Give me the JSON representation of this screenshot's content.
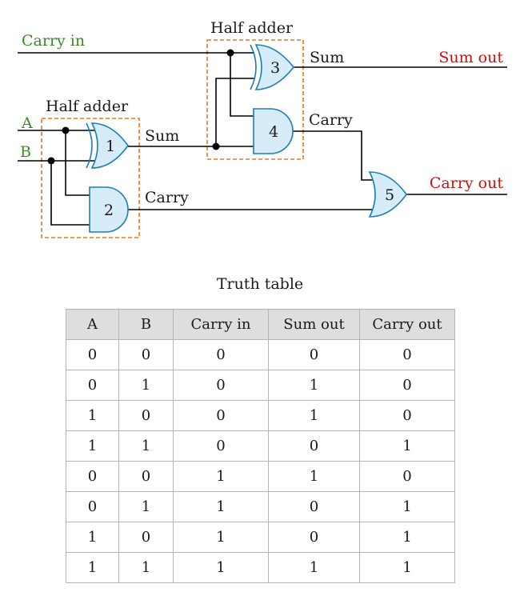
{
  "diagram": {
    "carry_in": "Carry in",
    "input_a": "A",
    "input_b": "B",
    "half_adder_1": "Half adder",
    "half_adder_2": "Half adder",
    "sum_1": "Sum",
    "carry_1": "Carry",
    "sum_2": "Sum",
    "carry_2": "Carry",
    "sum_out": "Sum out",
    "carry_out": "Carry out",
    "gates": [
      {
        "number": "1",
        "type": "XOR"
      },
      {
        "number": "2",
        "type": "AND"
      },
      {
        "number": "3",
        "type": "XOR"
      },
      {
        "number": "4",
        "type": "AND"
      },
      {
        "number": "5",
        "type": "OR"
      }
    ],
    "colors": {
      "input_label": "#3a8a2a",
      "output_label": "#cc1111",
      "gate_fill": "#d6ecf8",
      "gate_stroke": "#1a7fb3",
      "box": "#e87722"
    }
  },
  "truth_table": {
    "title": "Truth table",
    "headers": [
      "A",
      "B",
      "Carry in",
      "Sum out",
      "Carry out"
    ],
    "rows": [
      [
        "0",
        "0",
        "0",
        "0",
        "0"
      ],
      [
        "0",
        "1",
        "0",
        "1",
        "0"
      ],
      [
        "1",
        "0",
        "0",
        "1",
        "0"
      ],
      [
        "1",
        "1",
        "0",
        "0",
        "1"
      ],
      [
        "0",
        "0",
        "1",
        "1",
        "0"
      ],
      [
        "0",
        "1",
        "1",
        "0",
        "1"
      ],
      [
        "1",
        "0",
        "1",
        "0",
        "1"
      ],
      [
        "1",
        "1",
        "1",
        "1",
        "1"
      ]
    ]
  }
}
